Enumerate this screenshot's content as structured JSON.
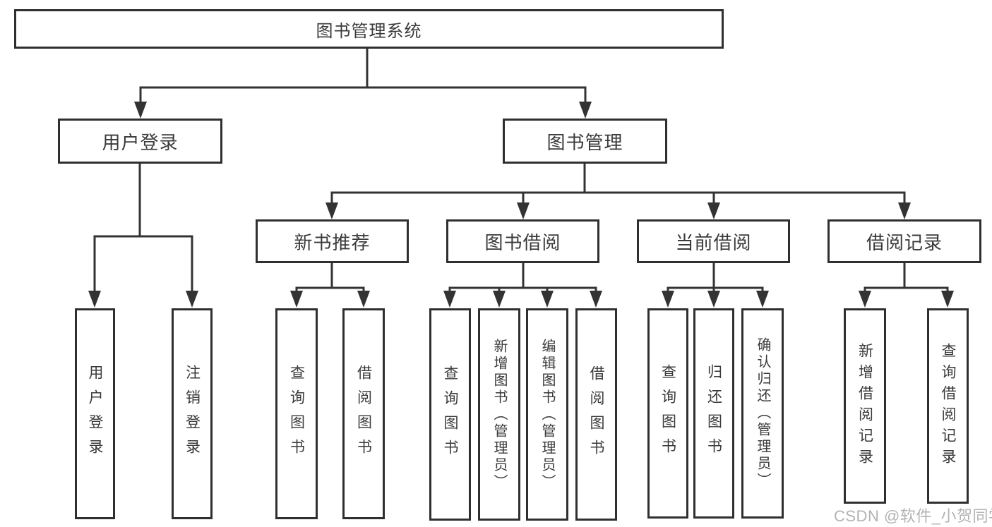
{
  "diagram": {
    "root": {
      "label": "图书管理系统"
    },
    "branches": [
      {
        "label": "用户登录",
        "children": [
          {
            "label": "用户登录"
          },
          {
            "label": "注销登录"
          }
        ]
      },
      {
        "label": "图书管理",
        "children": [
          {
            "label": "新书推荐",
            "children": [
              {
                "label": "查询图书"
              },
              {
                "label": "借阅图书"
              }
            ]
          },
          {
            "label": "图书借阅",
            "children": [
              {
                "label": "查询图书"
              },
              {
                "label": "新增图书（管理员）"
              },
              {
                "label": "编辑图书（管理员）"
              },
              {
                "label": "借阅图书"
              }
            ]
          },
          {
            "label": "当前借阅",
            "children": [
              {
                "label": "查询图书"
              },
              {
                "label": "归还图书"
              },
              {
                "label": "确认归还（管理员）"
              }
            ]
          },
          {
            "label": "借阅记录",
            "children": [
              {
                "label": "新增借阅记录"
              },
              {
                "label": "查询借阅记录"
              }
            ]
          }
        ]
      }
    ]
  },
  "watermark": {
    "text": "CSDN @软件_小贺同学"
  },
  "colors": {
    "line": "#333333",
    "box_border": "#2f2f2f",
    "text": "#3a3a3a",
    "watermark": "#b3b3b3",
    "background": "#ffffff"
  }
}
